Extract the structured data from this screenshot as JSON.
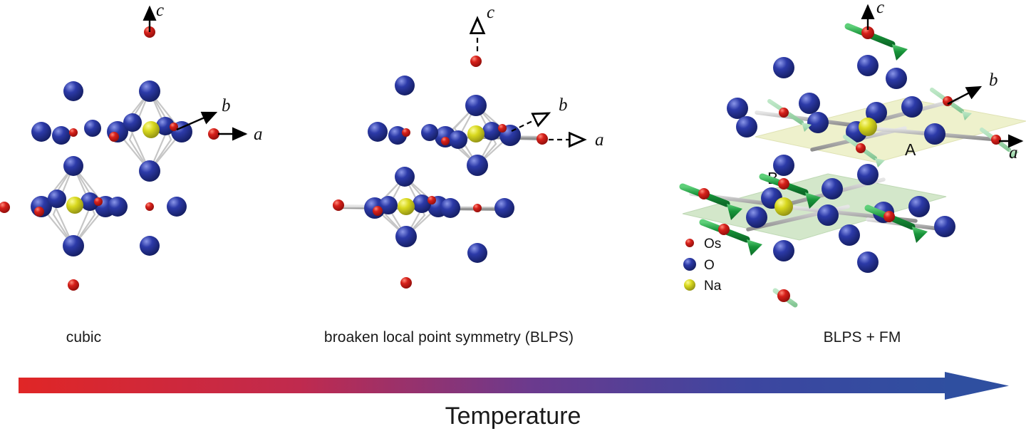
{
  "figure": {
    "panels": [
      {
        "id": "cubic",
        "stage_label": "cubic",
        "axes": [
          {
            "name": "c",
            "label": "c",
            "style": "solid",
            "arrowhead": "filled"
          },
          {
            "name": "b",
            "label": "b",
            "style": "solid",
            "arrowhead": "filled"
          },
          {
            "name": "a",
            "label": "a",
            "style": "solid",
            "arrowhead": "filled"
          }
        ],
        "has_moments": false,
        "has_planes": false
      },
      {
        "id": "blps",
        "stage_label": "broaken local point symmetry (BLPS)",
        "axes": [
          {
            "name": "c",
            "label": "c",
            "style": "dashed",
            "arrowhead": "hollow"
          },
          {
            "name": "b",
            "label": "b",
            "style": "dashed",
            "arrowhead": "hollow"
          },
          {
            "name": "a",
            "label": "a",
            "style": "dashed",
            "arrowhead": "hollow"
          }
        ],
        "has_moments": false,
        "has_planes": false
      },
      {
        "id": "fm",
        "stage_label": "BLPS + FM",
        "axes": [
          {
            "name": "c",
            "label": "c",
            "style": "solid",
            "arrowhead": "filled"
          },
          {
            "name": "b",
            "label": "b",
            "style": "solid",
            "arrowhead": "filled"
          },
          {
            "name": "a",
            "label": "a",
            "style": "solid",
            "arrowhead": "filled"
          }
        ],
        "has_moments": true,
        "has_planes": true,
        "planes": [
          {
            "name": "A",
            "label": "A",
            "color": "#edf0c8"
          },
          {
            "name": "B",
            "label": "B",
            "color": "#cfe5c5"
          }
        ],
        "moment_color": "#1d9b3c"
      }
    ],
    "legend": {
      "items": [
        {
          "symbol": "Os",
          "label": "Os",
          "color": "#d01616",
          "radius": 6
        },
        {
          "symbol": "O",
          "label": "O",
          "color": "#1e2b8f",
          "radius": 9
        },
        {
          "symbol": "Na",
          "label": "Na",
          "color": "#a8ac26",
          "radius": 8
        }
      ]
    },
    "temperature_axis": {
      "title": "Temperature",
      "start_color": "#e02626",
      "end_color": "#2f4fa0",
      "direction": "increasing-to-right"
    },
    "atom_colors": {
      "osmium": "#cc1111",
      "oxygen": "#1a2a8c",
      "sodium": "#d6d61e",
      "bond": "#b9b9b9"
    }
  }
}
